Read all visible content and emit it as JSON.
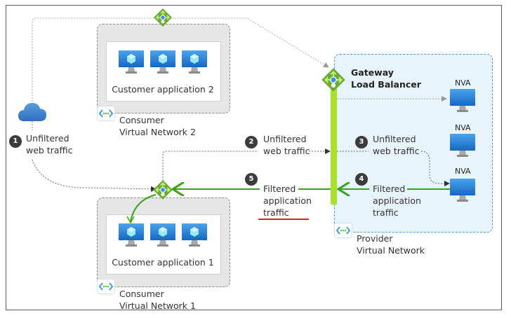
{
  "diagram": {
    "consumer_vnet_2": {
      "app_label": "Customer application 2",
      "vnet_label_line1": "Consumer",
      "vnet_label_line2": "Virtual Network 2"
    },
    "consumer_vnet_1": {
      "app_label": "Customer application 1",
      "vnet_label_line1": "Consumer",
      "vnet_label_line2": "Virtual Network 1"
    },
    "provider_vnet": {
      "vnet_label_line1": "Provider",
      "vnet_label_line2": "Virtual Network",
      "gateway_label_line1": "Gateway",
      "gateway_label_line2": "Load Balancer",
      "nva_labels": [
        "NVA",
        "NVA",
        "NVA"
      ]
    },
    "steps": [
      {
        "number": "1",
        "line1": "Unfiltered",
        "line2": "web traffic"
      },
      {
        "number": "2",
        "line1": "Unfiltered",
        "line2": "web traffic"
      },
      {
        "number": "3",
        "line1": "Unfiltered",
        "line2": "web traffic"
      },
      {
        "number": "4",
        "line1": "Filtered",
        "line2": "application",
        "line3": "traffic"
      },
      {
        "number": "5",
        "line1": "Filtered",
        "line2": "application",
        "line3": "traffic"
      }
    ],
    "colors": {
      "green_flow": "#3aa312",
      "gateway_bar": "#a8e22c",
      "provider_fill": "#e8f4fc",
      "provider_border": "#3ba0e6",
      "consumer_fill": "#e6e6e6",
      "highlight_underline": "#e02020",
      "badge": "#3c3c3c"
    }
  }
}
